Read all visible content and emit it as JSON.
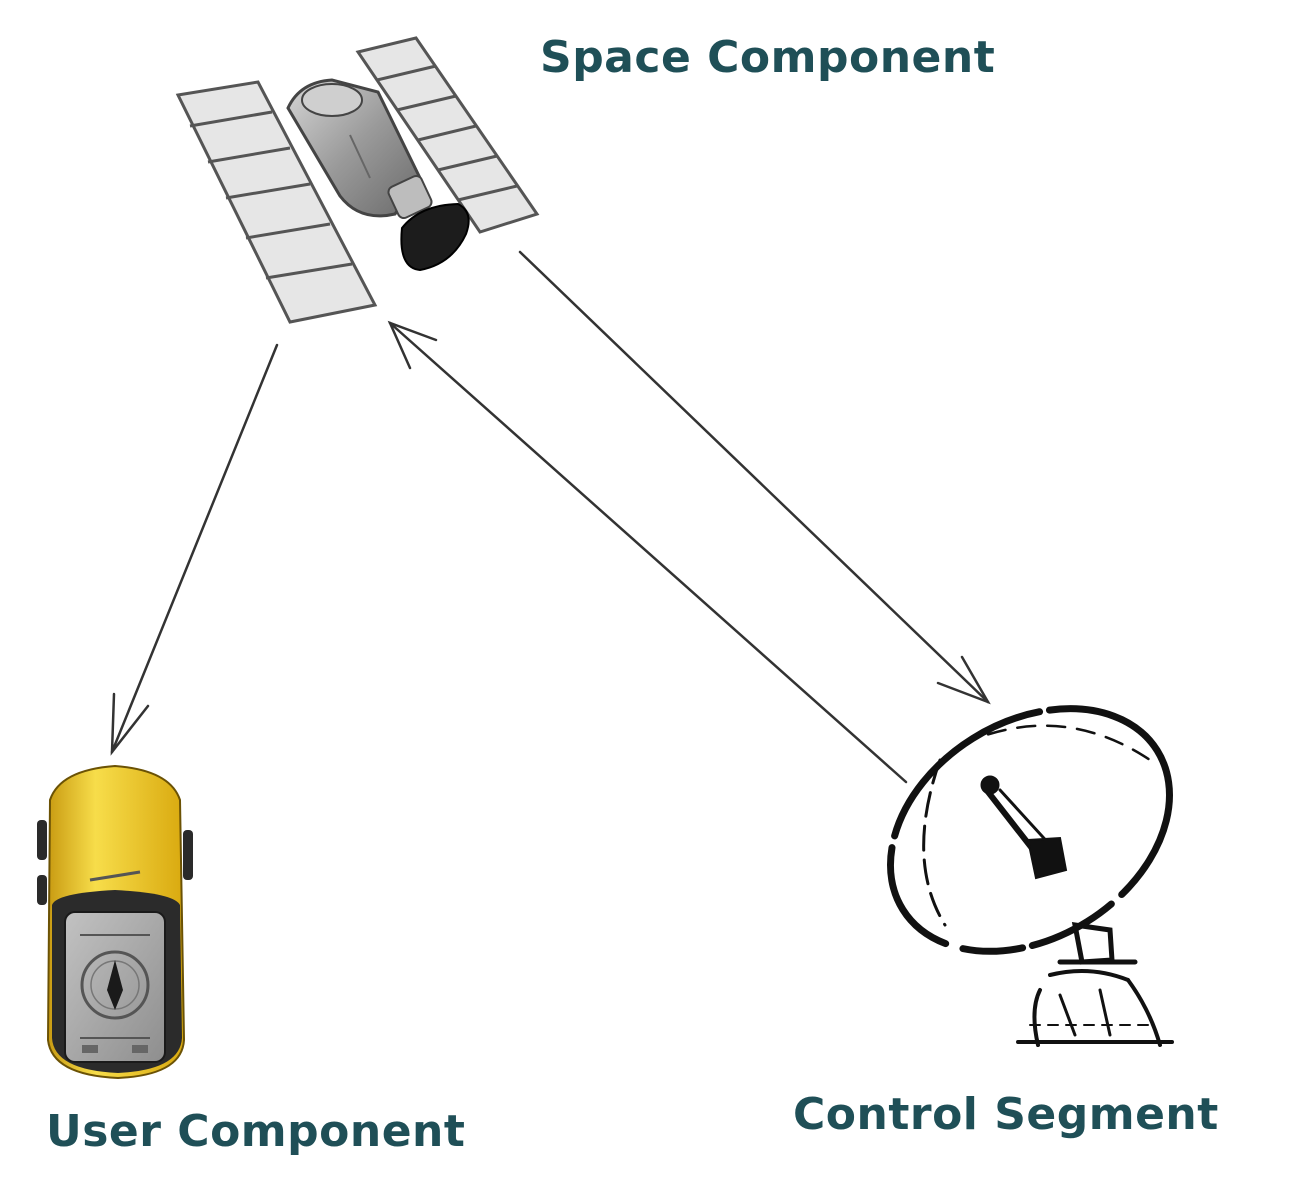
{
  "labels": {
    "space": "Space Component",
    "control": "Control Segment",
    "user": "User Component"
  },
  "colors": {
    "label_text": "#1f4f57",
    "line": "#333333",
    "panel_fill": "#e4e4e4",
    "panel_stroke": "#555555",
    "gps_body": "#f2cf2a",
    "gps_dark": "#2c2c2c",
    "gps_screen": "#a9a9a9"
  },
  "icons": {
    "satellite": "satellite-icon",
    "gps_receiver": "gps-receiver-icon",
    "dish": "satellite-dish-icon"
  }
}
